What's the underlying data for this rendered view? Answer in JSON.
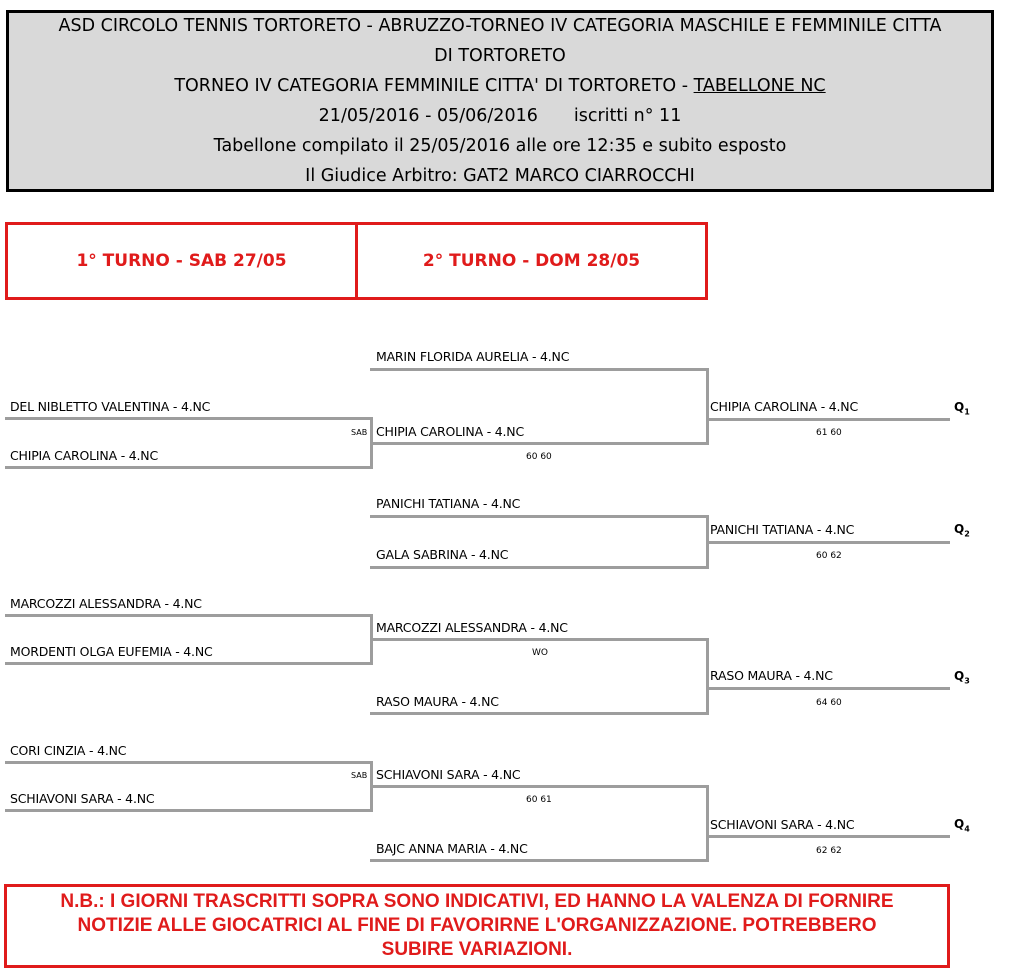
{
  "header": {
    "line1": "ASD CIRCOLO TENNIS TORTORETO - ABRUZZO-TORNEO IV CATEGORIA MASCHILE E FEMMINILE CITTA",
    "line2": "DI TORTORETO",
    "line3_prefix": "TORNEO IV CATEGORIA FEMMINILE CITTA' DI TORTORETO - ",
    "line3_underlined": "TABELLONE NC",
    "dates": "21/05/2016 - 05/06/2016",
    "iscritti": "iscritti n° 11",
    "line5": "Tabellone compilato il 25/05/2016 alle ore 12:35 e subito esposto",
    "line6": "Il Giudice Arbitro: GAT2 MARCO CIARROCCHI"
  },
  "rounds": {
    "round1": "1° TURNO - SAB 27/05",
    "round2": "2° TURNO - DOM 28/05"
  },
  "r1": {
    "p1": "DEL NIBLETTO VALENTINA - 4.NC",
    "p2": "CHIPIA CAROLINA - 4.NC",
    "p3": "MARCOZZI ALESSANDRA - 4.NC",
    "p4": "MORDENTI OLGA EUFEMIA - 4.NC",
    "p5": "CORI CINZIA - 4.NC",
    "p6": "SCHIAVONI SARA - 4.NC",
    "sab1": "SAB",
    "sab2": "SAB"
  },
  "r2": {
    "p1": "MARIN FLORIDA AURELIA - 4.NC",
    "p2": "CHIPIA CAROLINA - 4.NC",
    "p2_score": "60 60",
    "p3": "PANICHI TATIANA - 4.NC",
    "p4": "GALA SABRINA - 4.NC",
    "p5": "MARCOZZI ALESSANDRA - 4.NC",
    "p5_score": "WO",
    "p6": "RASO MAURA - 4.NC",
    "p7": "SCHIAVONI SARA - 4.NC",
    "p7_score": "60 61",
    "p8": "BAJC ANNA MARIA - 4.NC"
  },
  "r3": {
    "w1": "CHIPIA CAROLINA - 4.NC",
    "s1": "61 60",
    "w2": "PANICHI TATIANA - 4.NC",
    "s2": "60 62",
    "w3": "RASO MAURA - 4.NC",
    "s3": "64 60",
    "w4": "SCHIAVONI SARA - 4.NC",
    "s4": "62 62"
  },
  "qualifiers": {
    "q1": "Q",
    "q1_sub": "1",
    "q2": "Q",
    "q2_sub": "2",
    "q3": "Q",
    "q3_sub": "3",
    "q4": "Q",
    "q4_sub": "4"
  },
  "note": {
    "line1": "N.B.: I GIORNI TRASCRITTI SOPRA SONO INDICATIVI, ED HANNO LA VALENZA DI FORNIRE",
    "line2": "NOTIZIE ALLE GIOCATRICI AL FINE DI FAVORIRNE L'ORGANIZZAZIONE. POTREBBERO",
    "line3": "SUBIRE VARIAZIONI."
  }
}
